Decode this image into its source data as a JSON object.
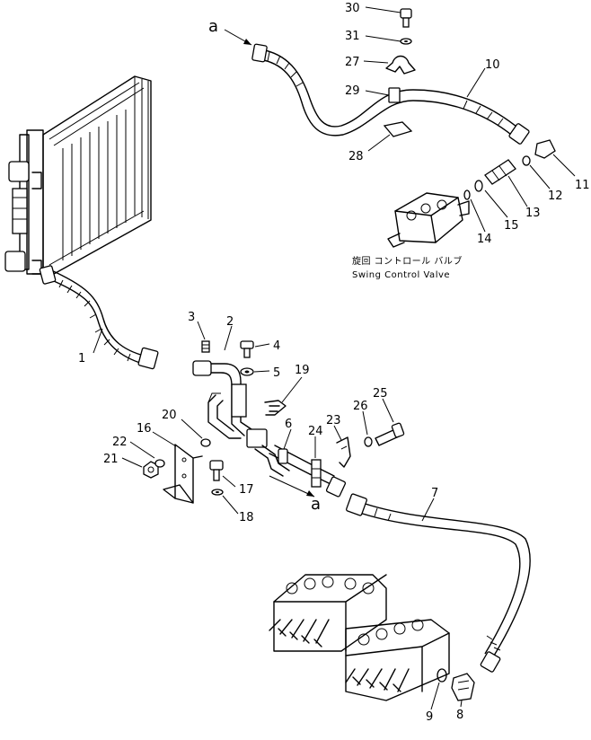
{
  "diagram": {
    "callouts": [
      "1",
      "2",
      "3",
      "4",
      "5",
      "6",
      "7",
      "8",
      "9",
      "10",
      "11",
      "12",
      "13",
      "14",
      "15",
      "16",
      "17",
      "18",
      "19",
      "20",
      "21",
      "22",
      "23",
      "24",
      "25",
      "26",
      "27",
      "28",
      "29",
      "30",
      "31"
    ],
    "connection_marker": "a",
    "swing_valve_caption_jp": "旋回 コントロール バルブ",
    "swing_valve_caption_en": "Swing Control Valve"
  },
  "icons": {
    "radiator": "radiator-core-icon",
    "main_valve": "control-valve-block-icon",
    "swing_valve": "swing-valve-block-icon"
  }
}
